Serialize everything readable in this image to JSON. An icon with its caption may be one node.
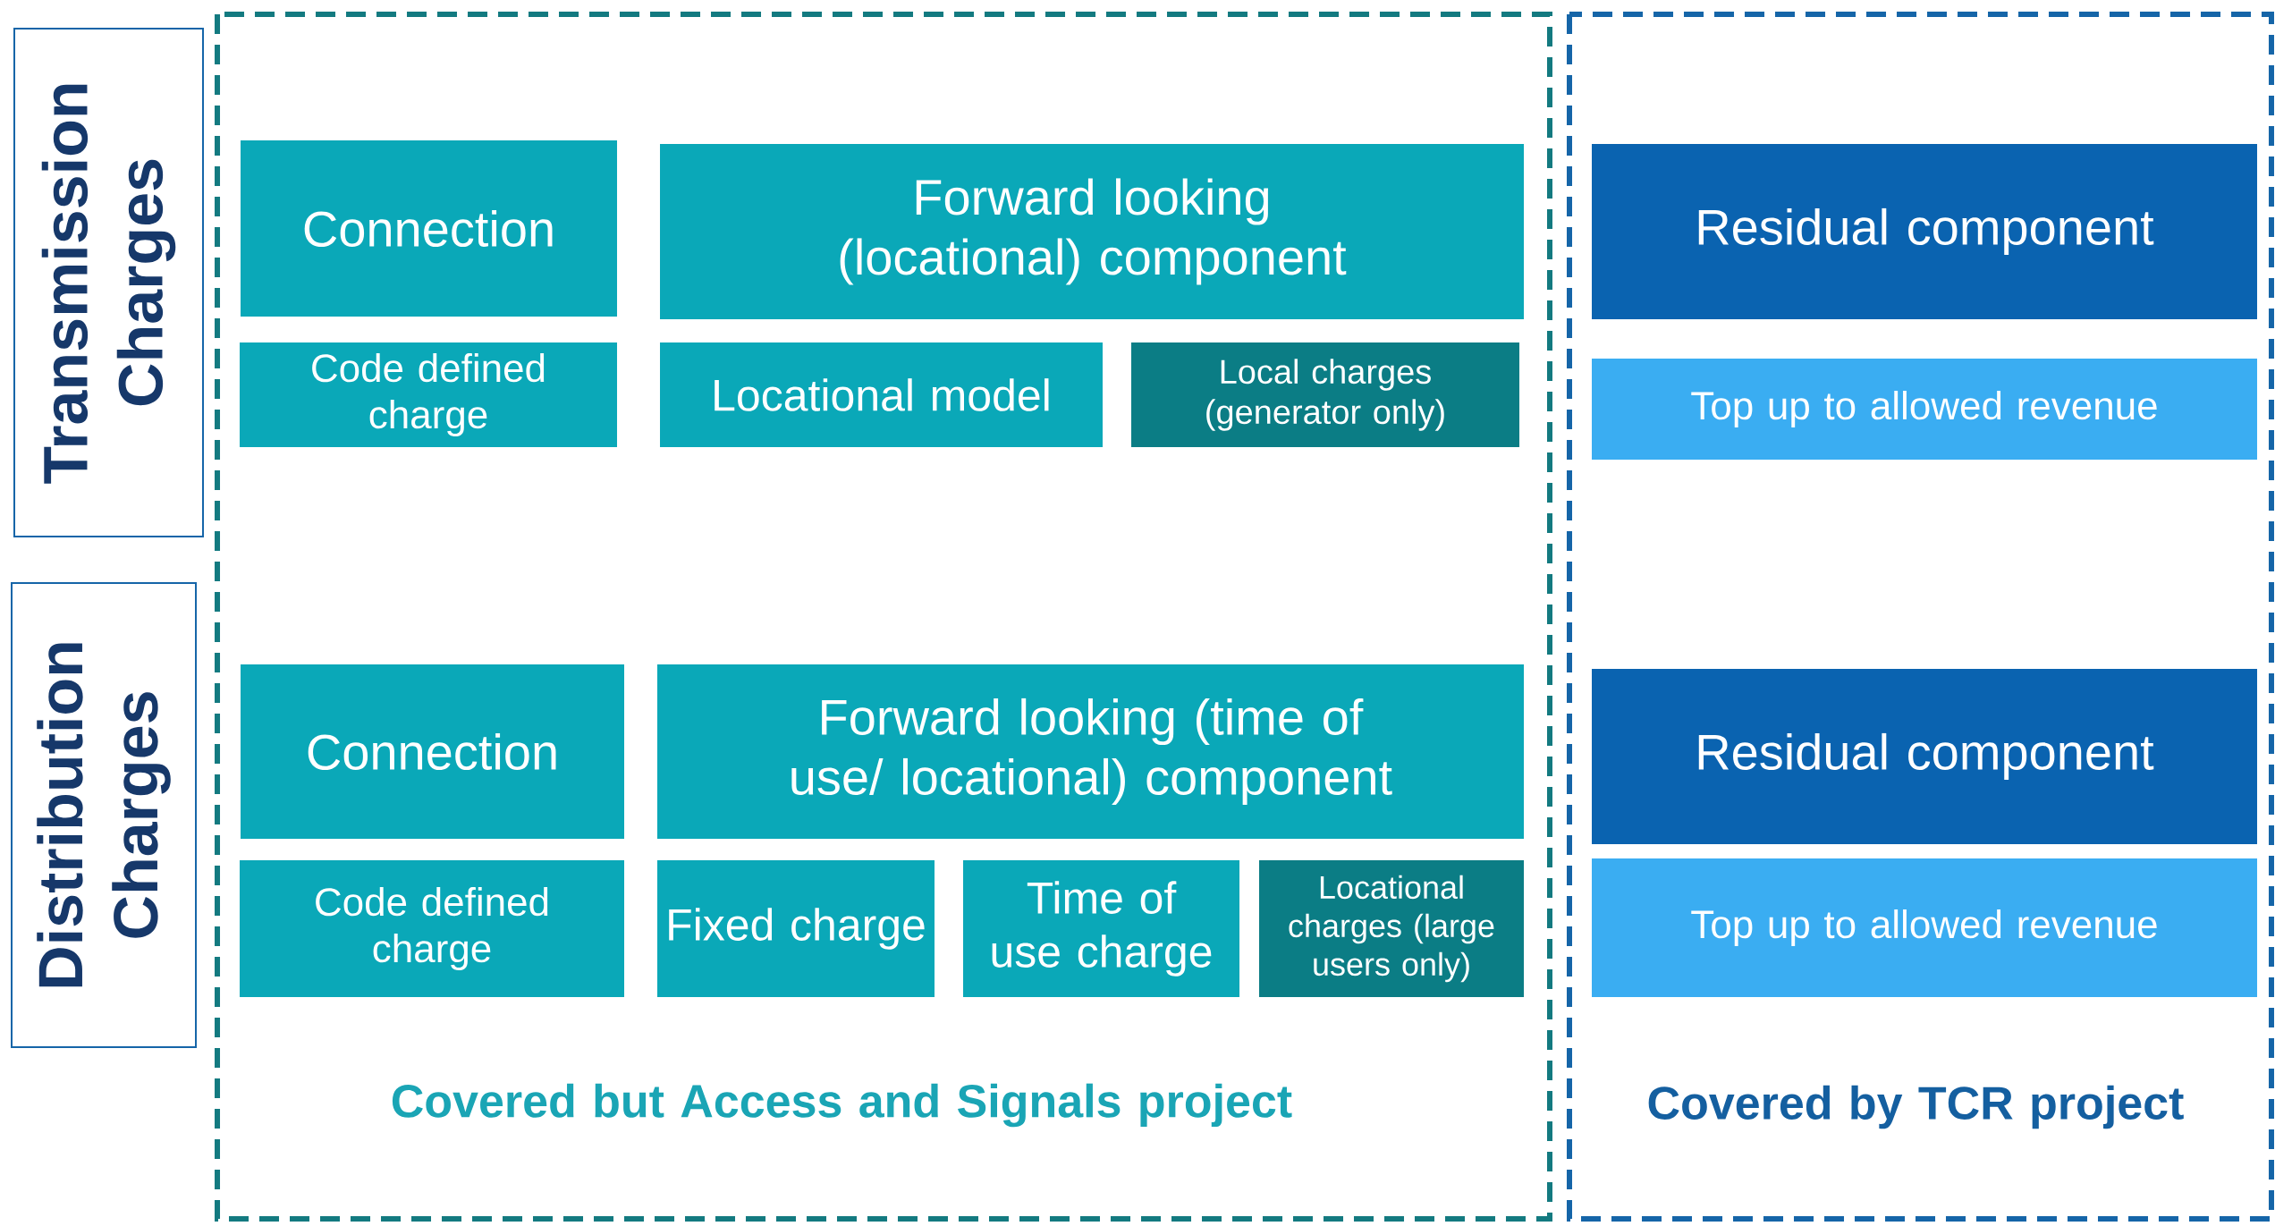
{
  "diagram": {
    "nodes": [
      {
        "text": [
          "Covered but Access and Signals project"
        ]
      },
      {
        "text": [
          "Covered by TCR project"
        ]
      },
      {
        "text": [
          "Transmission Charges"
        ]
      },
      {
        "text": [
          "Distribution Charges"
        ]
      },
      {
        "text": [
          "Connection"
        ],
        "in": 0
      },
      {
        "text": [
          "Forward looking (locational) component"
        ],
        "in": 0
      },
      {
        "text": [
          "Code defined charge"
        ],
        "in": 0
      },
      {
        "text": [
          "Locational model"
        ],
        "in": 0
      },
      {
        "text": [
          "Local charges (generator only)"
        ],
        "in": 0
      },
      {
        "text": [
          "Residual component"
        ],
        "in": 1
      },
      {
        "text": [
          "Top up to allowed revenue"
        ],
        "in": 1
      },
      {
        "text": [
          "Connection"
        ],
        "in": 0
      },
      {
        "text": [
          "Forward looking (time of use/ locational) component"
        ],
        "in": 0
      },
      {
        "text": [
          "Code defined charge"
        ],
        "in": 0
      },
      {
        "text": [
          "Fixed charge"
        ],
        "in": 0
      },
      {
        "text": [
          "Time of use charge"
        ],
        "in": 0
      },
      {
        "text": [
          "Locational charges (large users only)"
        ],
        "in": 0
      },
      {
        "text": [
          "Residual component"
        ],
        "in": 1
      },
      {
        "text": [
          "Top up to allowed revenue"
        ],
        "in": 1
      }
    ],
    "edges": []
  }
}
